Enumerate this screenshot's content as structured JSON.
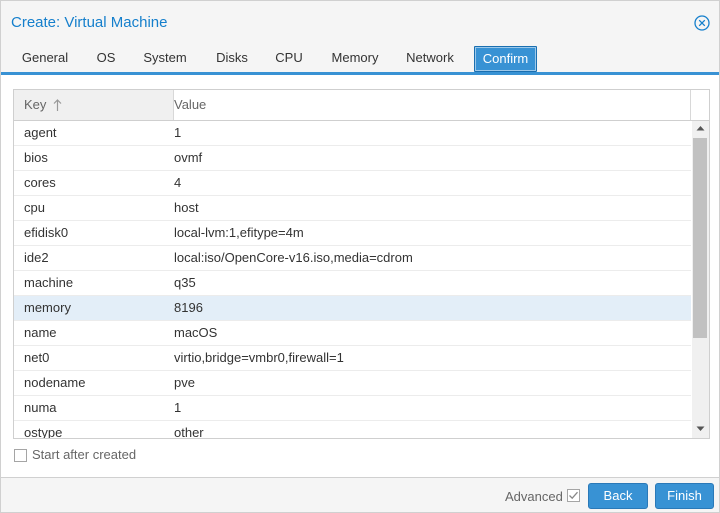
{
  "window": {
    "title": "Create: Virtual Machine",
    "close_icon": "close-circle-icon"
  },
  "tabs": [
    {
      "label": "General"
    },
    {
      "label": "OS"
    },
    {
      "label": "System"
    },
    {
      "label": "Disks"
    },
    {
      "label": "CPU"
    },
    {
      "label": "Memory"
    },
    {
      "label": "Network"
    },
    {
      "label": "Confirm",
      "active": true
    }
  ],
  "grid": {
    "columns": {
      "key": "Key",
      "value": "Value"
    },
    "sort_icon": "sort-ascending-arrow-icon",
    "selected_row": 7,
    "rows": [
      {
        "key": "agent",
        "value": "1"
      },
      {
        "key": "bios",
        "value": "ovmf"
      },
      {
        "key": "cores",
        "value": "4"
      },
      {
        "key": "cpu",
        "value": "host"
      },
      {
        "key": "efidisk0",
        "value": "local-lvm:1,efitype=4m"
      },
      {
        "key": "ide2",
        "value": "local:iso/OpenCore-v16.iso,media=cdrom"
      },
      {
        "key": "machine",
        "value": "q35"
      },
      {
        "key": "memory",
        "value": "8196"
      },
      {
        "key": "name",
        "value": "macOS"
      },
      {
        "key": "net0",
        "value": "virtio,bridge=vmbr0,firewall=1"
      },
      {
        "key": "nodename",
        "value": "pve"
      },
      {
        "key": "numa",
        "value": "1"
      },
      {
        "key": "ostype",
        "value": "other"
      }
    ]
  },
  "footer": {
    "start_after_created": {
      "label": "Start after created",
      "checked": false
    },
    "advanced": {
      "label": "Advanced",
      "checked": true
    },
    "back_label": "Back",
    "finish_label": "Finish"
  },
  "colors": {
    "accent": "#3892d4",
    "title": "#157fcc",
    "selected_row": "#e3eef8"
  }
}
